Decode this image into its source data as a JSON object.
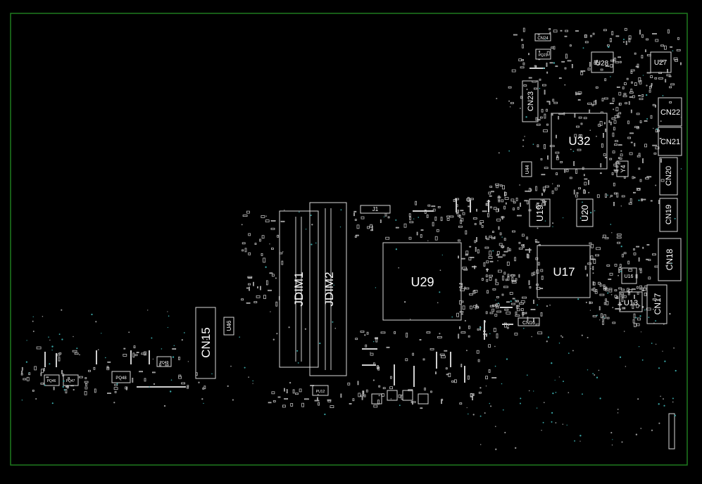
{
  "board": {
    "outline_color": "#1f7a1f",
    "background": "#000000",
    "component_color": "#d8d8d8"
  },
  "labels": {
    "U32": "U32",
    "U28": "U28",
    "U27": "U27",
    "U29": "U29",
    "U17": "U17",
    "U19": "U19",
    "U20": "U20",
    "U13": "U13",
    "U16": "U16",
    "U44": "U44",
    "U46": "U46",
    "Y4": "Y4",
    "CN22": "CN22",
    "CN21": "CN21",
    "CN20": "CN20",
    "CN19": "CN19",
    "CN18": "CN18",
    "CN17": "CN17",
    "CN16": "CN16",
    "CN15": "CN15",
    "CN23": "CN23",
    "CN24": "CN24",
    "JDIM1": "JDIM1",
    "JDIM2": "JDIM2",
    "J1": "J1",
    "PQ48": "PQ48",
    "PQ49": "PQ49",
    "PQ46": "PQ46",
    "PQ47": "PQ47",
    "PU12": "PU12",
    "PQ21": "PQ21"
  }
}
